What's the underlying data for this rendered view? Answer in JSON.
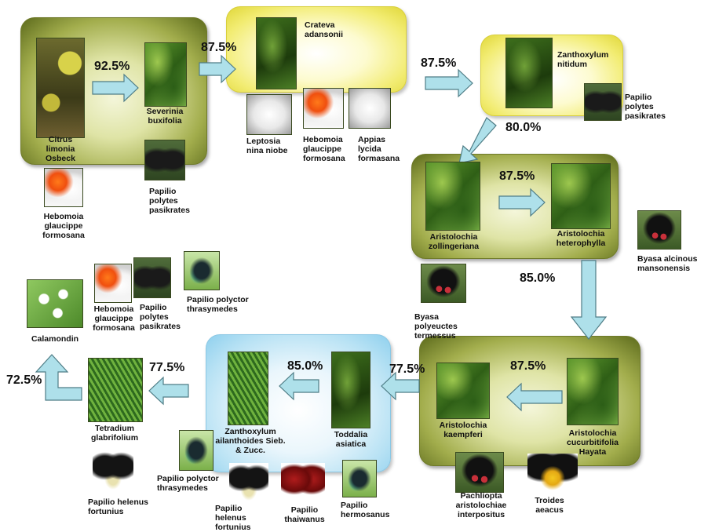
{
  "percentages": {
    "p1": "92.5%",
    "p2": "87.5%",
    "p3": "87.5%",
    "p4": "80.0%",
    "p5": "87.5%",
    "p6": "85.0%",
    "p7": "87.5%",
    "p8": "77.5%",
    "p9": "85.0%",
    "p10": "77.5%",
    "p11": "72.5%"
  },
  "plants": {
    "citrus": "Citrus limonia Osbeck",
    "severinia": "Severinia buxifolia",
    "crateva": "Crateva adansonii",
    "zanthoxylum_nitidum": "Zanthoxylum nitidum",
    "aristolochia_zollingeriana": "Aristolochia zollingeriana",
    "aristolochia_heterophylla": "Aristolochia heterophylla",
    "aristolochia_cucurbitifolia": "Aristolochia cucurbitifolia Hayata",
    "aristolochia_kaempferi": "Aristolochia kaempferi",
    "toddalia": "Toddalia asiatica",
    "zanthoxylum_ailanthoides": "Zanthoxylum ailanthoides Sieb. & Zucc.",
    "tetradium": "Tetradium glabrifolium",
    "calamondin": "Calamondin"
  },
  "butterflies": {
    "hebomoia_1": "Hebomoia glaucippe formosana",
    "papilio_polytes_1": "Papilio polytes pasikrates",
    "leptosia": "Leptosia nina niobe",
    "hebomoia_2": "Hebomoia glaucippe formosana",
    "appias": "Appias lycida formasana",
    "papilio_polytes_2": "Papilio polytes pasikrates",
    "byasa_alcinous": "Byasa alcinous mansonensis",
    "byasa_polyeuctes": "Byasa polyeuctes termessus",
    "pachliopta": "Pachliopta aristolochiae interpositus",
    "troides": "Troides aeacus",
    "papilio_hermosanus": "Papilio hermosanus",
    "papilio_thaiwanus": "Papilio thaiwanus",
    "papilio_helenus_1": "Papilio helenus fortunius",
    "papilio_polyctor_1": "Papilio polyctor thrasymedes",
    "papilio_helenus_2": "Papilio helenus fortunius",
    "hebomoia_3": "Hebomoia glaucippe formosana",
    "papilio_polytes_3": "Papilio polytes pasikrates",
    "papilio_polyctor_2": "Papilio polyctor thrasymedes"
  },
  "colors": {
    "arrow_fill": "#aee0ea",
    "arrow_stroke": "#4f7d86",
    "panel_green": "#9aa648",
    "panel_yellow": "#f2ec72",
    "panel_blue": "#a8daf2"
  }
}
